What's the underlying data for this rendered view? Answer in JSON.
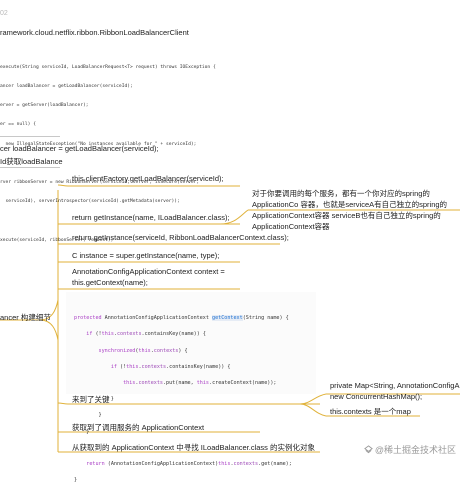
{
  "header": {
    "date": "02",
    "class_name": "ramework.cloud.netflix.ribbon.RibbonLoadBalancerClient"
  },
  "code_snippet": [
    "execute(String serviceId, LoadBalancerRequest<T> request) throws IOException {",
    "ancer loadBalancer = getLoadBalancer(serviceId);",
    "erver = getServer(loadBalancer);",
    "er == null) {",
    "  new IllegalStateException(\"No instances available for \" + serviceId);",
    "",
    "rver ribbonServer = new RibbonServer(serviceId, server, isSecure(server,",
    "  serviceId), serverIntrospector(serviceId).getMetadata(server));",
    "",
    "xecute(serviceId, ribbonServer, request);"
  ],
  "captions": {
    "line1": "cer loadBalancer = getLoadBalancer(serviceId);",
    "line2": "Id获取loadBalance",
    "root": "ancer 构建细节"
  },
  "nodes": {
    "factory_call": "this.clientFactory.getLoadBalancer(serviceId);",
    "get_instance": "return getInstance(name, ILoadBalancer.class);",
    "get_instance_note": "对于你要调用的每个服务，都有一个你对应的spring的ApplicationCo 容器，也就是serviceA有自己独立的spring的ApplicationContext容器 serviceB也有自己独立的spring的ApplicationContext容器",
    "get_instance_ctx": "return getInstance(serviceId, RibbonLoadBalancerContext.class);",
    "super_call": "C instance = super.getInstance(name, type);",
    "annotation_ctx": "AnnotationConfigApplicationContext context = this.getContext(name);",
    "arrived_key": "来到了关键",
    "map_decl": "private Map<String, AnnotationConfigA new ConcurrentHashMap();",
    "map_note": "this.contexts 是一个map",
    "got_ctx": "获取到了调用服务的 ApplicationContext",
    "ioc_get": "从获取到的 ApplicationContext 中寻找 ILoadBalancer.class 的实例化对象"
  },
  "get_context_code": [
    "protected AnnotationConfigApplicationContext getContext(String name) {",
    "    if (!this.contexts.containsKey(name)) {",
    "        synchronized(this.contexts) {",
    "            if (!this.contexts.containsKey(name)) {",
    "                this.contexts.put(name, this.createContext(name));",
    "            }",
    "        }",
    "    }",
    "",
    "    return (AnnotationConfigApplicationContext)this.contexts.get(name);",
    "}"
  ],
  "watermark": "@稀土掘金技术社区",
  "colors": {
    "branch": "#e0b23a",
    "divider": "#c8c8c8",
    "keyword": "#a83cc4",
    "method": "#1c6fd1"
  }
}
